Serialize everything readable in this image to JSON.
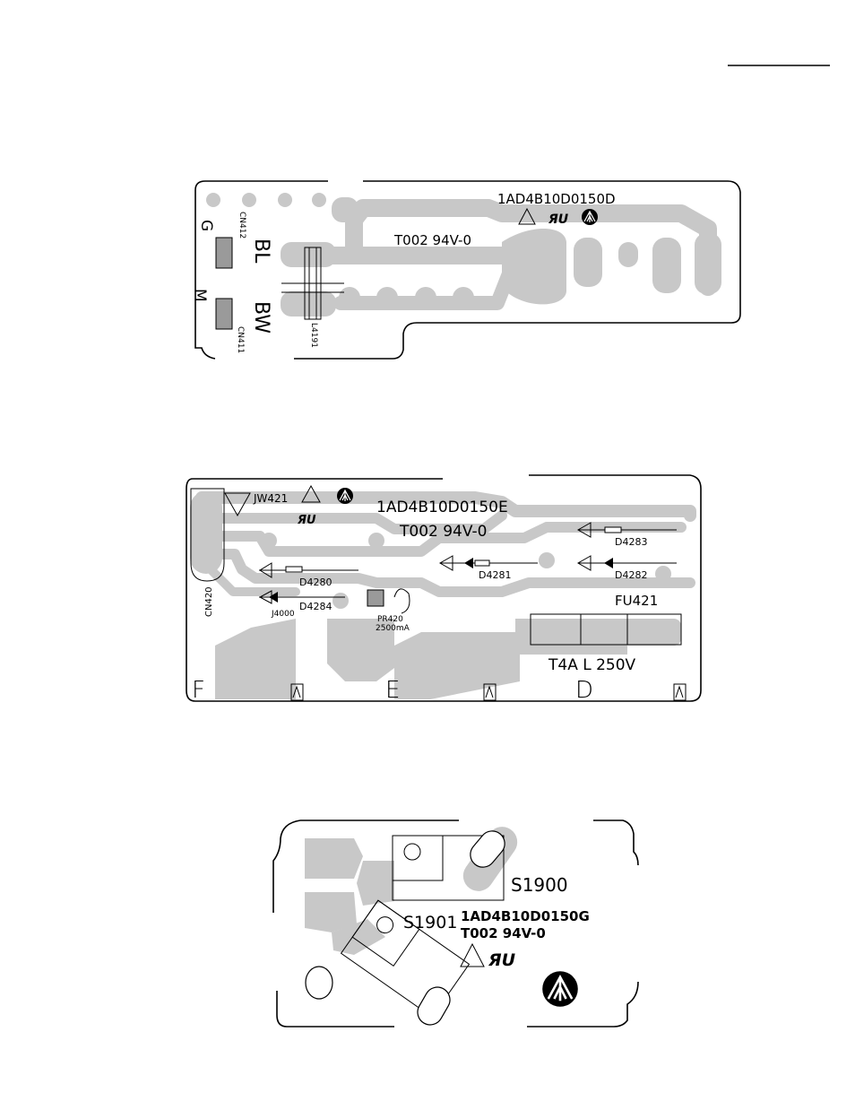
{
  "colors": {
    "copper": "#c8c8c8",
    "ink": "#000000",
    "background": "#ffffff"
  },
  "board1": {
    "part_number": "1AD4B10D0150D",
    "rating": "T002  94V-0",
    "edge_letters": [
      "G",
      "M"
    ],
    "labels": {
      "bl": "BL",
      "bw": "BW",
      "cn412": "CN412",
      "cn411": "CN411",
      "l4191": "L4191"
    },
    "symbols": [
      "warning-triangle",
      "ur-mark",
      "manufacturer-logo"
    ]
  },
  "board2": {
    "part_number": "1AD4B10D0150E",
    "rating": "T002  94V-0",
    "labels": {
      "jw421": "JW421",
      "cn420": "CN420",
      "d4280": "D4280",
      "d4281": "D4281",
      "d4282": "D4282",
      "d4283": "D4283",
      "d4284": "D4284",
      "j4000": "J4000",
      "pr420": "PR420",
      "pr420_rating": "2500mA",
      "fu421": "FU421",
      "fuse_rating": "T4A  L  250V"
    },
    "edge_letters": [
      "F",
      "E",
      "D"
    ],
    "symbols": [
      "warning-triangle",
      "ur-mark",
      "manufacturer-logo"
    ]
  },
  "board3": {
    "part_number": "1AD4B10D0150G",
    "rating": "T002  94V-0",
    "labels": {
      "s1900": "S1900",
      "s1901": "S1901"
    },
    "symbols": [
      "warning-triangle",
      "ur-mark",
      "manufacturer-logo"
    ]
  }
}
